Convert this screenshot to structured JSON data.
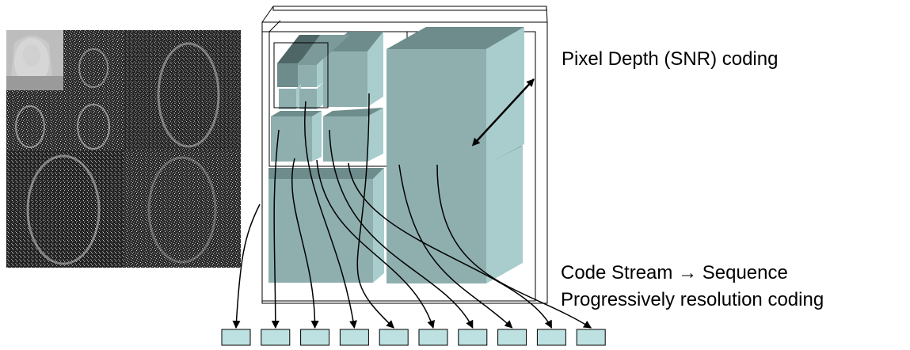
{
  "labels": {
    "pixel_depth": "Pixel Depth (SNR) coding",
    "code_stream": "Code Stream → Sequence",
    "progressive": "Progressively resolution coding"
  },
  "colors": {
    "cube_front": "#8FAFAF",
    "cube_side": "#A9CDCD",
    "cube_top": "#6E8C8C",
    "cube_top_dark": "#4F6666",
    "code_block": "#BDE0E0",
    "outline": "#000000",
    "background": "#ffffff"
  },
  "code_stream": {
    "block_count": 10
  }
}
